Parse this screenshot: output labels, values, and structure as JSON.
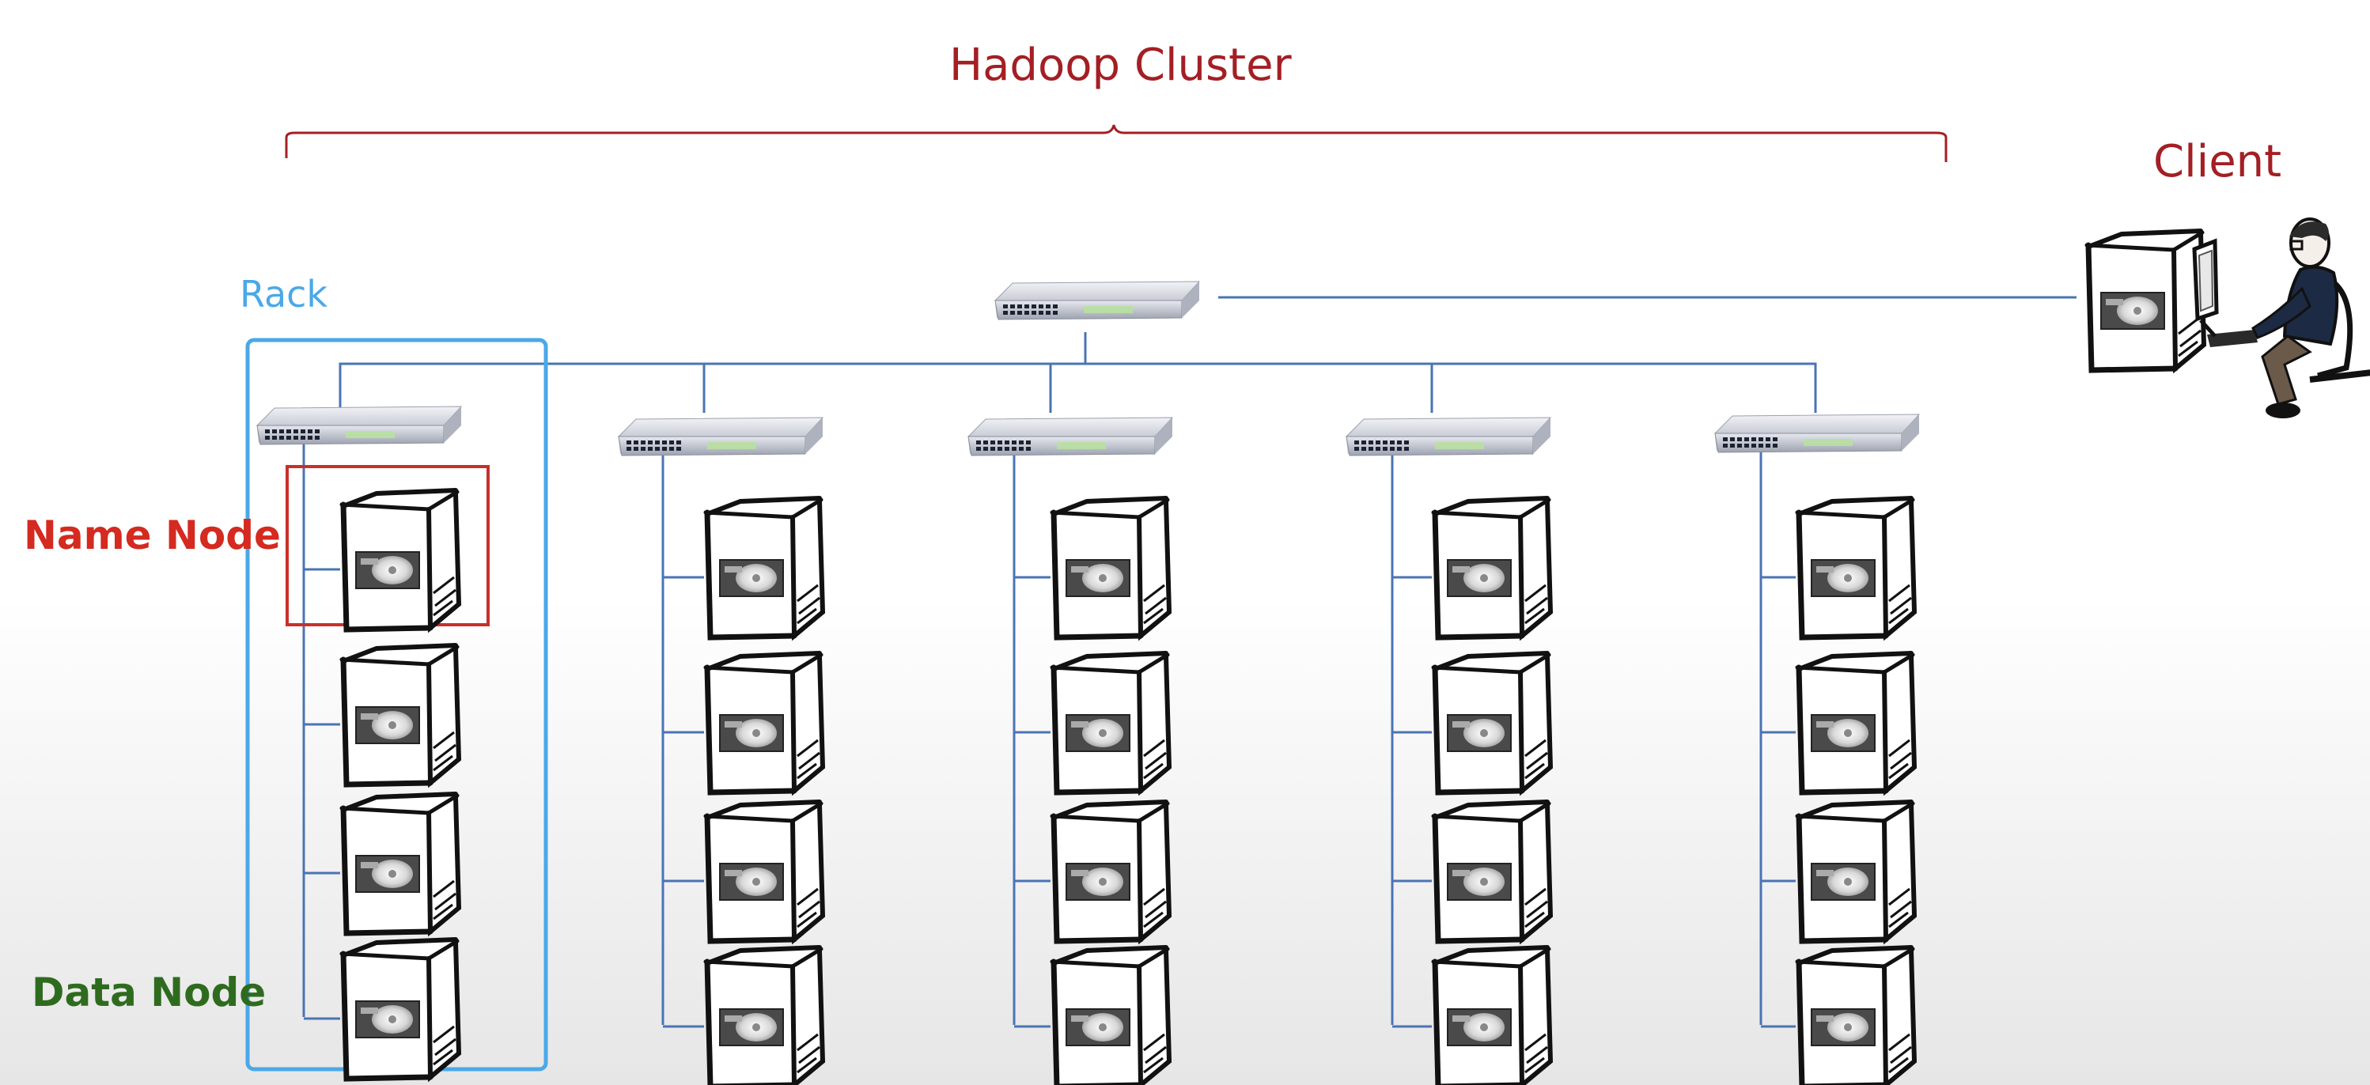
{
  "labels": {
    "cluster": "Hadoop Cluster",
    "client": "Client",
    "rack": "Rack",
    "name_node": "Name Node",
    "data_node": "Data Node"
  },
  "colors": {
    "cluster": "#a31f24",
    "client": "#a31f24",
    "rack": "#4aa8e8",
    "name_node": "#d42a20",
    "data_node": "#2f6b1f",
    "link": "#4a74b4"
  },
  "racks": [
    {
      "nodes": 4,
      "has_name_node": true
    },
    {
      "nodes": 4,
      "has_name_node": false
    },
    {
      "nodes": 4,
      "has_name_node": false
    },
    {
      "nodes": 4,
      "has_name_node": false
    },
    {
      "nodes": 4,
      "has_name_node": false
    }
  ],
  "icons": {
    "switch": "network-switch-icon",
    "server": "server-icon",
    "hard_drive": "hard-drive-icon",
    "client": "person-at-computer-icon"
  }
}
